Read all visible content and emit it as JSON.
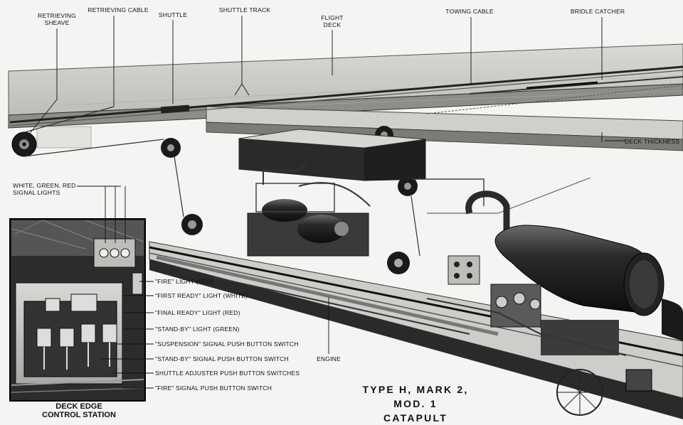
{
  "title": {
    "line1": "TYPE H, MARK 2, MOD. 1",
    "line2": "CATAPULT"
  },
  "top_labels": {
    "retrieving_sheave": [
      "RETRIEVING",
      "SHEAVE"
    ],
    "retrieving_cable": "RETRIEVING CABLE",
    "shuttle": "SHUTTLE",
    "shuttle_track": "SHUTTLE TRACK",
    "flight_deck": [
      "FLIGHT",
      "DECK"
    ],
    "towing_cable": "TOWING CABLE",
    "bridle_catcher": "BRIDLE CATCHER",
    "deck_thickness": "DECK THICKNESS"
  },
  "signal_lights_label": [
    "WHITE, GREEN, RED",
    "SIGNAL LIGHTS"
  ],
  "engine_label": "ENGINE",
  "station": {
    "title": [
      "DECK EDGE",
      "CONTROL STATION"
    ],
    "callouts": [
      "\"FIRE\" LIGHT (RED)",
      "\"FIRST READY\" LIGHT (WHITE)",
      "\"FINAL READY\" LIGHT (RED)",
      "\"STAND-BY\" LIGHT (GREEN)",
      "\"SUSPENSION\" SIGNAL PUSH BUTTON SWITCH",
      "\"STAND-BY\" SIGNAL PUSH BUTTON SWITCH",
      "SHUTTLE ADJUSTER PUSH BUTTON SWITCHES",
      "\"FIRE\" SIGNAL PUSH BUTTON SWITCH"
    ]
  }
}
